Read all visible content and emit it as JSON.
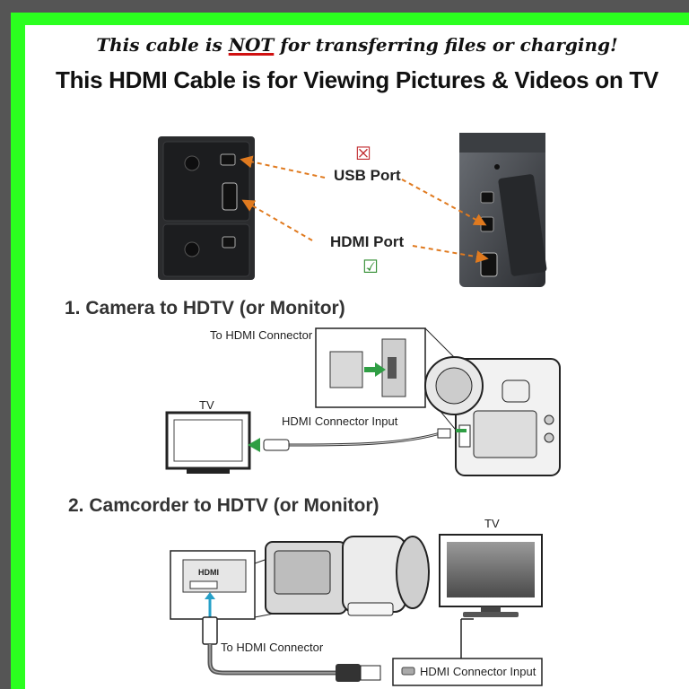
{
  "headline": {
    "pre": "This cable is ",
    "emph": "NOT",
    "post": " for transferring files or charging!",
    "main": "This HDMI Cable is for Viewing Pictures & Videos on TV"
  },
  "ports": {
    "usb_label": "USB Port",
    "hdmi_label": "HDMI Port",
    "usb_mark": "☒",
    "hdmi_mark": "☑",
    "usb_mark_color": "#c0282c",
    "hdmi_mark_color": "#2e8b2e"
  },
  "section1": {
    "title": "1. Camera to HDTV (or Monitor)",
    "to_connector": "To HDMI Connector",
    "tv_label": "TV",
    "input_label": "HDMI Connector Input"
  },
  "section2": {
    "title": "2. Camcorder to HDTV (or Monitor)",
    "tv_label": "TV",
    "to_connector": "To HDMI Connector",
    "input_label": "HDMI Connector Input",
    "port_text": "HDMI"
  },
  "colors": {
    "outer_frame": "#555555",
    "green_border": "#2bff1f",
    "arrow_orange": "#e07a1f",
    "arrow_green": "#2f9e44"
  }
}
